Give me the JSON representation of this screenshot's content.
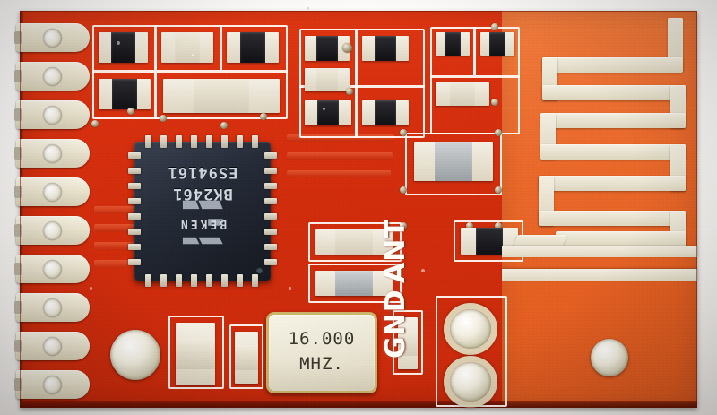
{
  "scene": {
    "subject": "RF transceiver module PCB",
    "board_color": "#d7300f",
    "antenna_zone_color": "#e96c2e",
    "pad_color": "#ece6d3",
    "silkscreen_color": "#fffdf6",
    "chip_body_color": "#1b2029",
    "crystal_border_color": "#cbb469"
  },
  "chip": {
    "line1": "ES94161",
    "line2": "BK2461",
    "brand": "BEKEN",
    "pin_count": 32
  },
  "crystal": {
    "frequency": "16.000",
    "unit": "MHZ."
  },
  "silkscreen_labels": [
    {
      "text": "ANT"
    },
    {
      "text": "GND"
    }
  ],
  "edge_pads": {
    "count": 10,
    "items": [
      {
        "index": 1
      },
      {
        "index": 2
      },
      {
        "index": 3
      },
      {
        "index": 4
      },
      {
        "index": 5
      },
      {
        "index": 6
      },
      {
        "index": 7
      },
      {
        "index": 8
      },
      {
        "index": 9
      },
      {
        "index": 10
      }
    ]
  },
  "through_holes": {
    "count": 4,
    "items": [
      {
        "name": "ant-pad-hole"
      },
      {
        "name": "gnd-pad-hole"
      },
      {
        "name": "left-mount-hole"
      },
      {
        "name": "right-mount-hole"
      }
    ]
  },
  "antenna": {
    "type": "meander-pcb-antenna",
    "turns": 4
  }
}
